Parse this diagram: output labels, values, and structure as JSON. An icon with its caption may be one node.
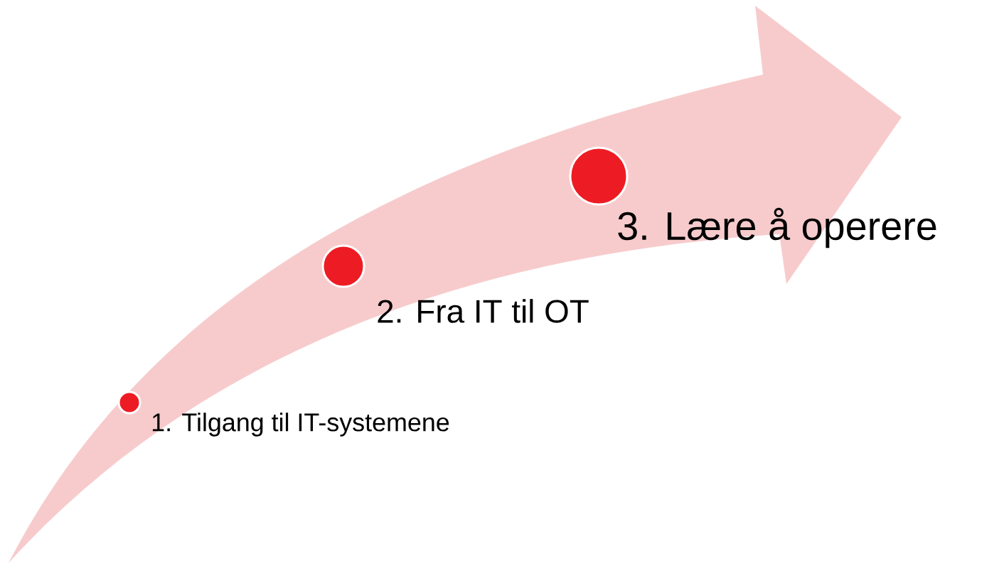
{
  "diagram": {
    "nodes": [
      {
        "text": [],
        "shape": "circle",
        "beside": [
          "1. Tilgang til IT-systemene"
        ]
      },
      {
        "text": [],
        "shape": "circle",
        "beside": [
          "2. Fra IT til OT"
        ]
      },
      {
        "text": [],
        "shape": "circle",
        "beside": [
          "3. Lære å operere"
        ]
      }
    ]
  }
}
